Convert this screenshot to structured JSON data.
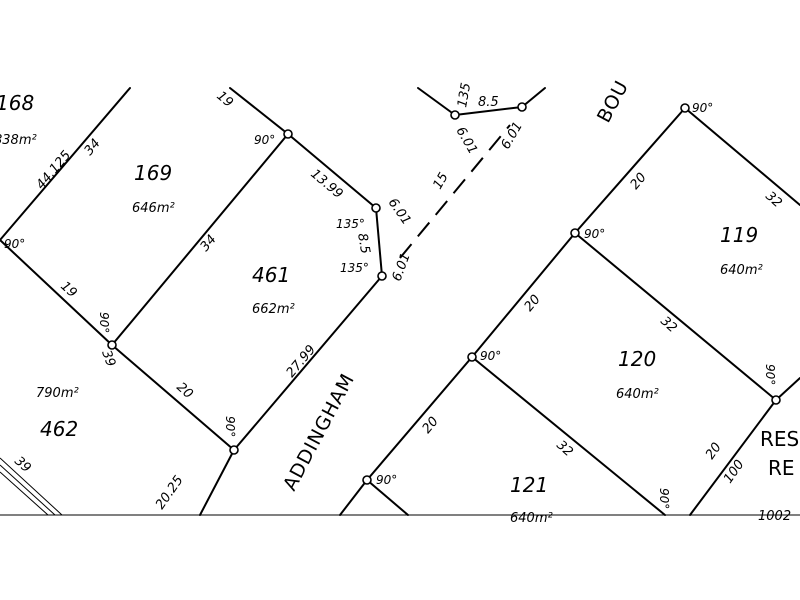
{
  "lots": [
    {
      "id": "lot-168",
      "number": "168",
      "area": "838m²"
    },
    {
      "id": "lot-169",
      "number": "169",
      "area": "646m²"
    },
    {
      "id": "lot-461",
      "number": "461",
      "area": "662m²"
    },
    {
      "id": "lot-462",
      "number": "462",
      "area": "790m²"
    },
    {
      "id": "lot-119",
      "number": "119",
      "area": "640m²"
    },
    {
      "id": "lot-120",
      "number": "120",
      "area": "640m²"
    },
    {
      "id": "lot-121",
      "number": "121",
      "area": "640m²"
    }
  ],
  "dimensions": {
    "d_44125": "44.125",
    "d_34a": "34",
    "d_19a": "19",
    "d_19b": "19",
    "d_1399": "13.99",
    "d_34b": "34",
    "d_39a": "39",
    "d_20a": "20",
    "d_2799": "27.99",
    "d_2025": "20.25",
    "d_39b": "39",
    "d_135top": "135",
    "d_85top": "8.5",
    "d_601a": "6.01",
    "d_601b": "6.01",
    "d_15": "15",
    "d_601c": "6.01",
    "d_85mid": "8.5",
    "d_601d": "6.01",
    "d_20b": "20",
    "d_32a": "32",
    "d_20c": "20",
    "d_32b": "32",
    "d_20d": "20",
    "d_32c": "32",
    "d_20e": "20",
    "d_100": "100"
  },
  "angles": {
    "a_90_169top": "90°",
    "a_90_169left": "90°",
    "a_90_mid": "90°",
    "a_90_bot": "90°",
    "a_135a": "135°",
    "a_135b": "135°",
    "a_90_119top": "90°",
    "a_90_120top": "90°",
    "a_90_120right": "90°",
    "a_90_121top": "90°",
    "a_90_122top": "90°",
    "a_90_121right": "90°"
  },
  "roads": {
    "addingham": "ADDINGHAM",
    "bou": "BOU"
  },
  "reserve": {
    "line1": "RES",
    "line2": "RE",
    "partial": "1002"
  }
}
